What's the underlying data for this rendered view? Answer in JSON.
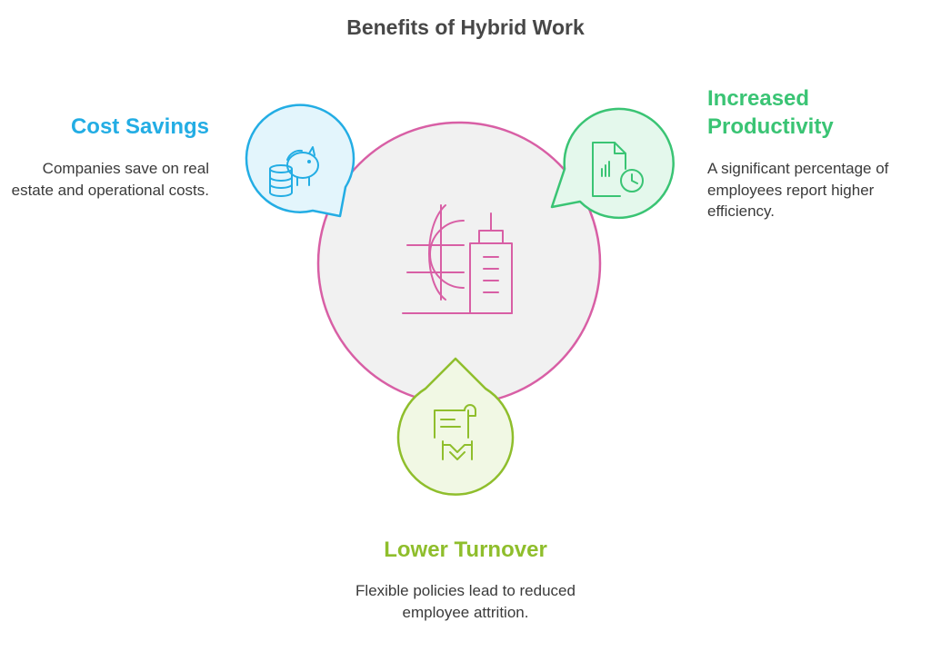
{
  "title": "Benefits of Hybrid Work",
  "colors": {
    "center_stroke": "#d85fa5",
    "center_fill": "#f1f1f1",
    "cost": "#23ade4",
    "cost_fill": "#e3f5fc",
    "productivity": "#3ac474",
    "productivity_fill": "#e4f8ec",
    "turnover": "#8fbe2c",
    "turnover_fill": "#f1f8e4"
  },
  "center": {
    "icon": "globe-building-icon"
  },
  "benefits": [
    {
      "id": "cost",
      "title": "Cost Savings",
      "description": "Companies save on real estate and operational costs.",
      "icon": "piggy-bank-coins-icon"
    },
    {
      "id": "productivity",
      "title": "Increased Productivity",
      "description": "A significant percentage of employees report higher efficiency.",
      "icon": "report-clock-icon"
    },
    {
      "id": "turnover",
      "title": "Lower Turnover",
      "description": "Flexible policies lead to reduced employee attrition.",
      "icon": "contract-handshake-icon"
    }
  ]
}
